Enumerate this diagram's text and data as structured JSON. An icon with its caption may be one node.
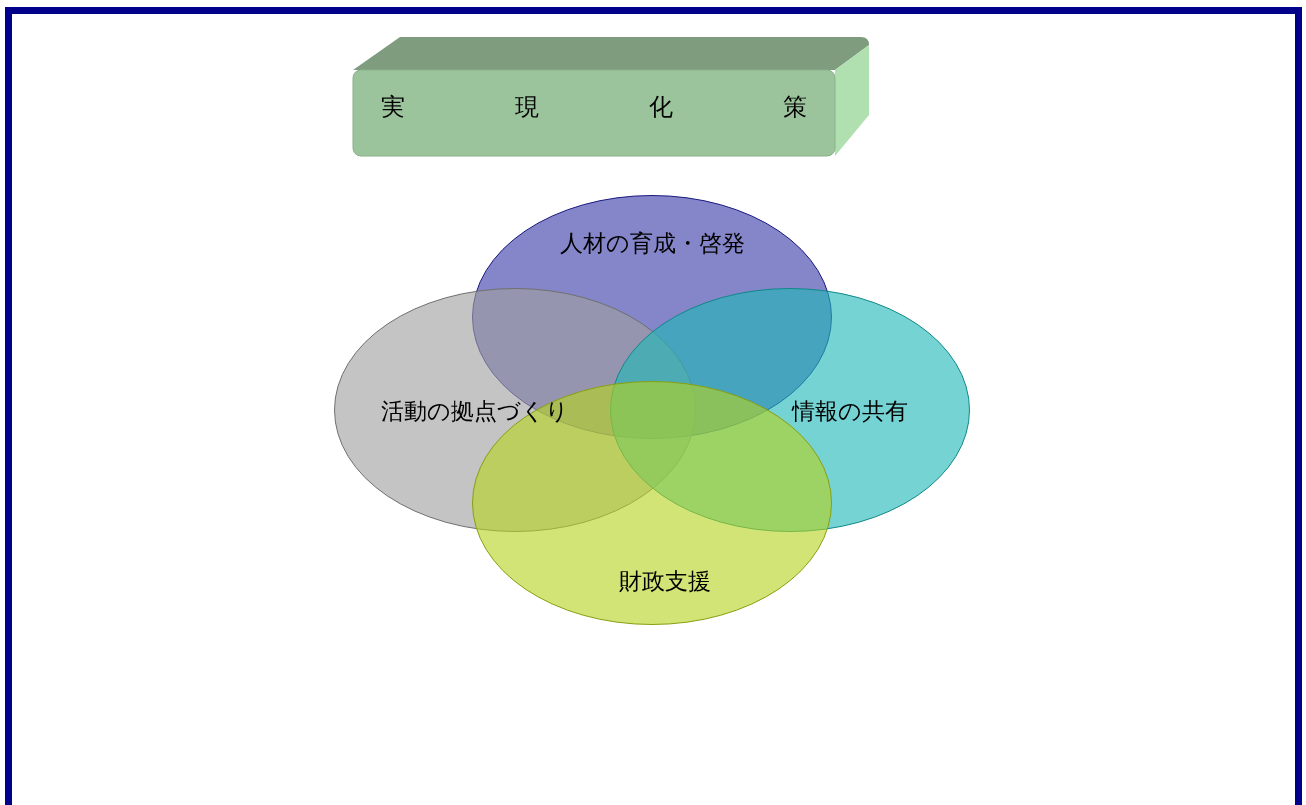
{
  "diagram": {
    "nodes": [
      {
        "text": [
          "実現化策"
        ]
      },
      {
        "text": [
          "人材の育成・啓発"
        ]
      },
      {
        "text": [
          "活動の拠点づくり"
        ]
      },
      {
        "text": [
          "情報の共有"
        ]
      },
      {
        "text": [
          "財政支援"
        ]
      }
    ],
    "edges": []
  }
}
